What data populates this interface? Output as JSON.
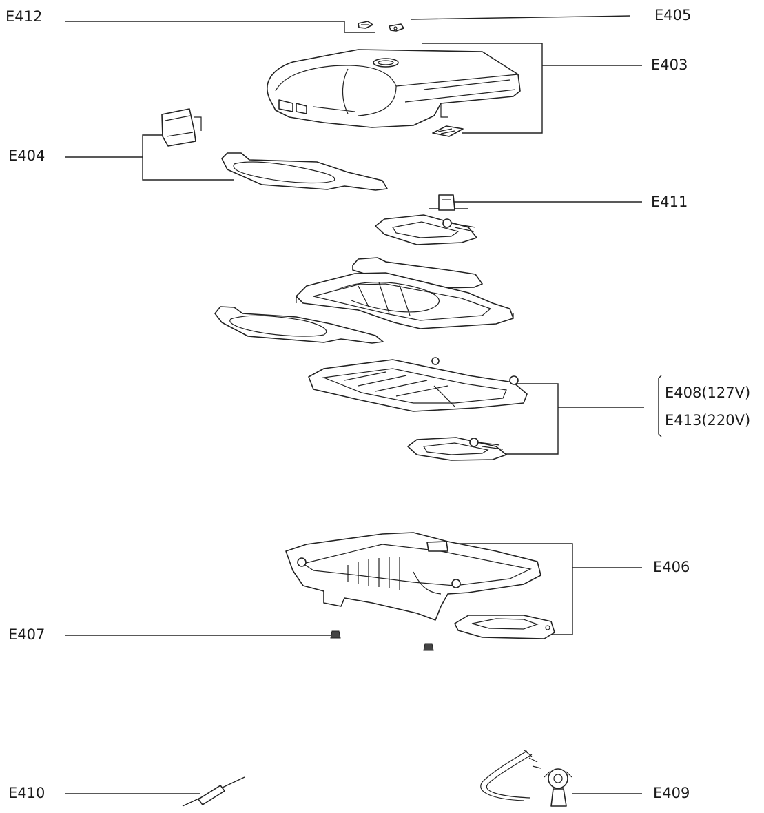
{
  "callouts": {
    "E412": "E412",
    "E405": "E405",
    "E403": "E403",
    "E404": "E404",
    "E411": "E411",
    "E408": "E408(127V)",
    "E413": "E413(220V)",
    "E406": "E406",
    "E407": "E407",
    "E410": "E410",
    "E409": "E409"
  }
}
